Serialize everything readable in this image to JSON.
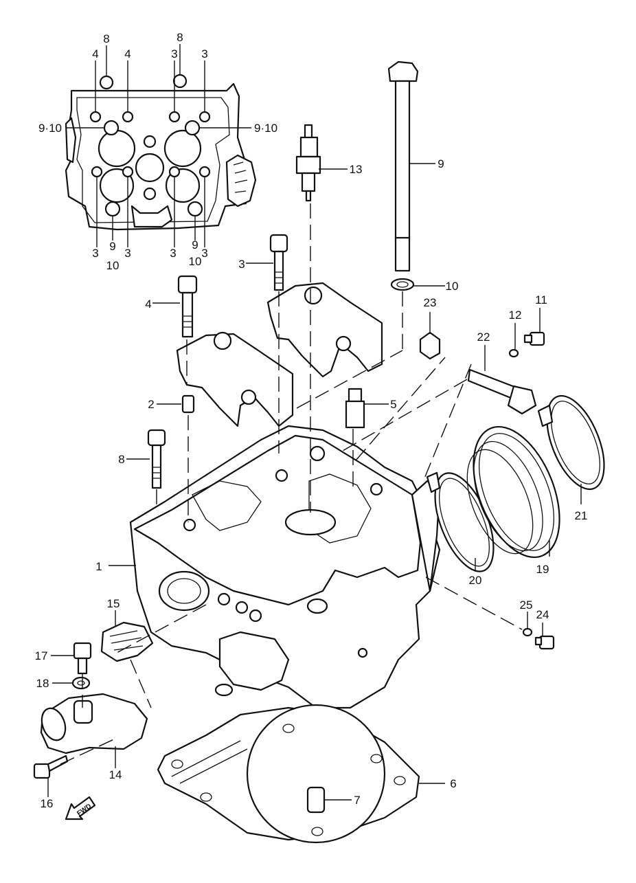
{
  "diagram": {
    "callouts": [
      {
        "id": "c1",
        "text": "1"
      },
      {
        "id": "c2",
        "text": "2"
      },
      {
        "id": "c3a",
        "text": "3"
      },
      {
        "id": "c4a",
        "text": "4"
      },
      {
        "id": "c5",
        "text": "5"
      },
      {
        "id": "c6",
        "text": "6"
      },
      {
        "id": "c7",
        "text": "7"
      },
      {
        "id": "c8a",
        "text": "8"
      },
      {
        "id": "c9a",
        "text": "9"
      },
      {
        "id": "c10a",
        "text": "10"
      },
      {
        "id": "c11",
        "text": "11"
      },
      {
        "id": "c12",
        "text": "12"
      },
      {
        "id": "c13",
        "text": "13"
      },
      {
        "id": "c14",
        "text": "14"
      },
      {
        "id": "c15",
        "text": "15"
      },
      {
        "id": "c16",
        "text": "16"
      },
      {
        "id": "c17",
        "text": "17"
      },
      {
        "id": "c18",
        "text": "18"
      },
      {
        "id": "c19",
        "text": "19"
      },
      {
        "id": "c20",
        "text": "20"
      },
      {
        "id": "c21",
        "text": "21"
      },
      {
        "id": "c22",
        "text": "22"
      },
      {
        "id": "c23",
        "text": "23"
      },
      {
        "id": "c24",
        "text": "24"
      },
      {
        "id": "c25",
        "text": "25"
      }
    ],
    "top_view_callouts": [
      {
        "id": "t8a",
        "text": "8"
      },
      {
        "id": "t8b",
        "text": "8"
      },
      {
        "id": "t4a",
        "text": "4"
      },
      {
        "id": "t4b",
        "text": "4"
      },
      {
        "id": "t3a",
        "text": "3"
      },
      {
        "id": "t3b",
        "text": "3"
      },
      {
        "id": "t910a",
        "text": "9·10"
      },
      {
        "id": "t910b",
        "text": "9·10"
      },
      {
        "id": "t3c",
        "text": "3"
      },
      {
        "id": "t9a",
        "text": "9"
      },
      {
        "id": "t10a",
        "text": "10"
      },
      {
        "id": "t3d",
        "text": "3"
      },
      {
        "id": "t3e",
        "text": "3"
      },
      {
        "id": "t9b",
        "text": "9"
      },
      {
        "id": "t10b",
        "text": "10"
      },
      {
        "id": "t3f",
        "text": "3"
      }
    ],
    "fwd_label": "FWD"
  }
}
